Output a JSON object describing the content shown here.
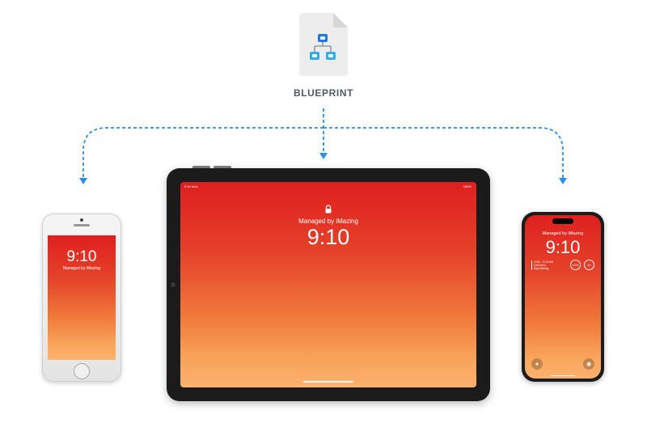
{
  "blueprint": {
    "label": "BLUEPRINT",
    "icon": "org-chart-icon",
    "accent_color": "#1e78e6"
  },
  "connectors": {
    "color": "#2a8fe6",
    "style": "dashed-arrow"
  },
  "screen_gradient": [
    "#df1f1f",
    "#f0783a",
    "#fbb270"
  ],
  "devices": {
    "iphone_se": {
      "time": "9:10",
      "managed_text": "Managed by iMazing"
    },
    "ipad": {
      "time": "9:10",
      "managed_text": "Managed by iMazing",
      "status_left": "9:10  Mon",
      "status_right": "100%",
      "icon": "lock-icon"
    },
    "iphone_pro": {
      "time": "9:10",
      "managed_text": "Managed by iMazing",
      "calendar_widget": [
        "10:00 - 11:00 AM",
        "Call Karim",
        "Stay iMazing"
      ],
      "ring_widget_1": "9:24",
      "ring_widget_2": "40",
      "icons": [
        "flashlight-icon",
        "camera-icon"
      ]
    }
  }
}
